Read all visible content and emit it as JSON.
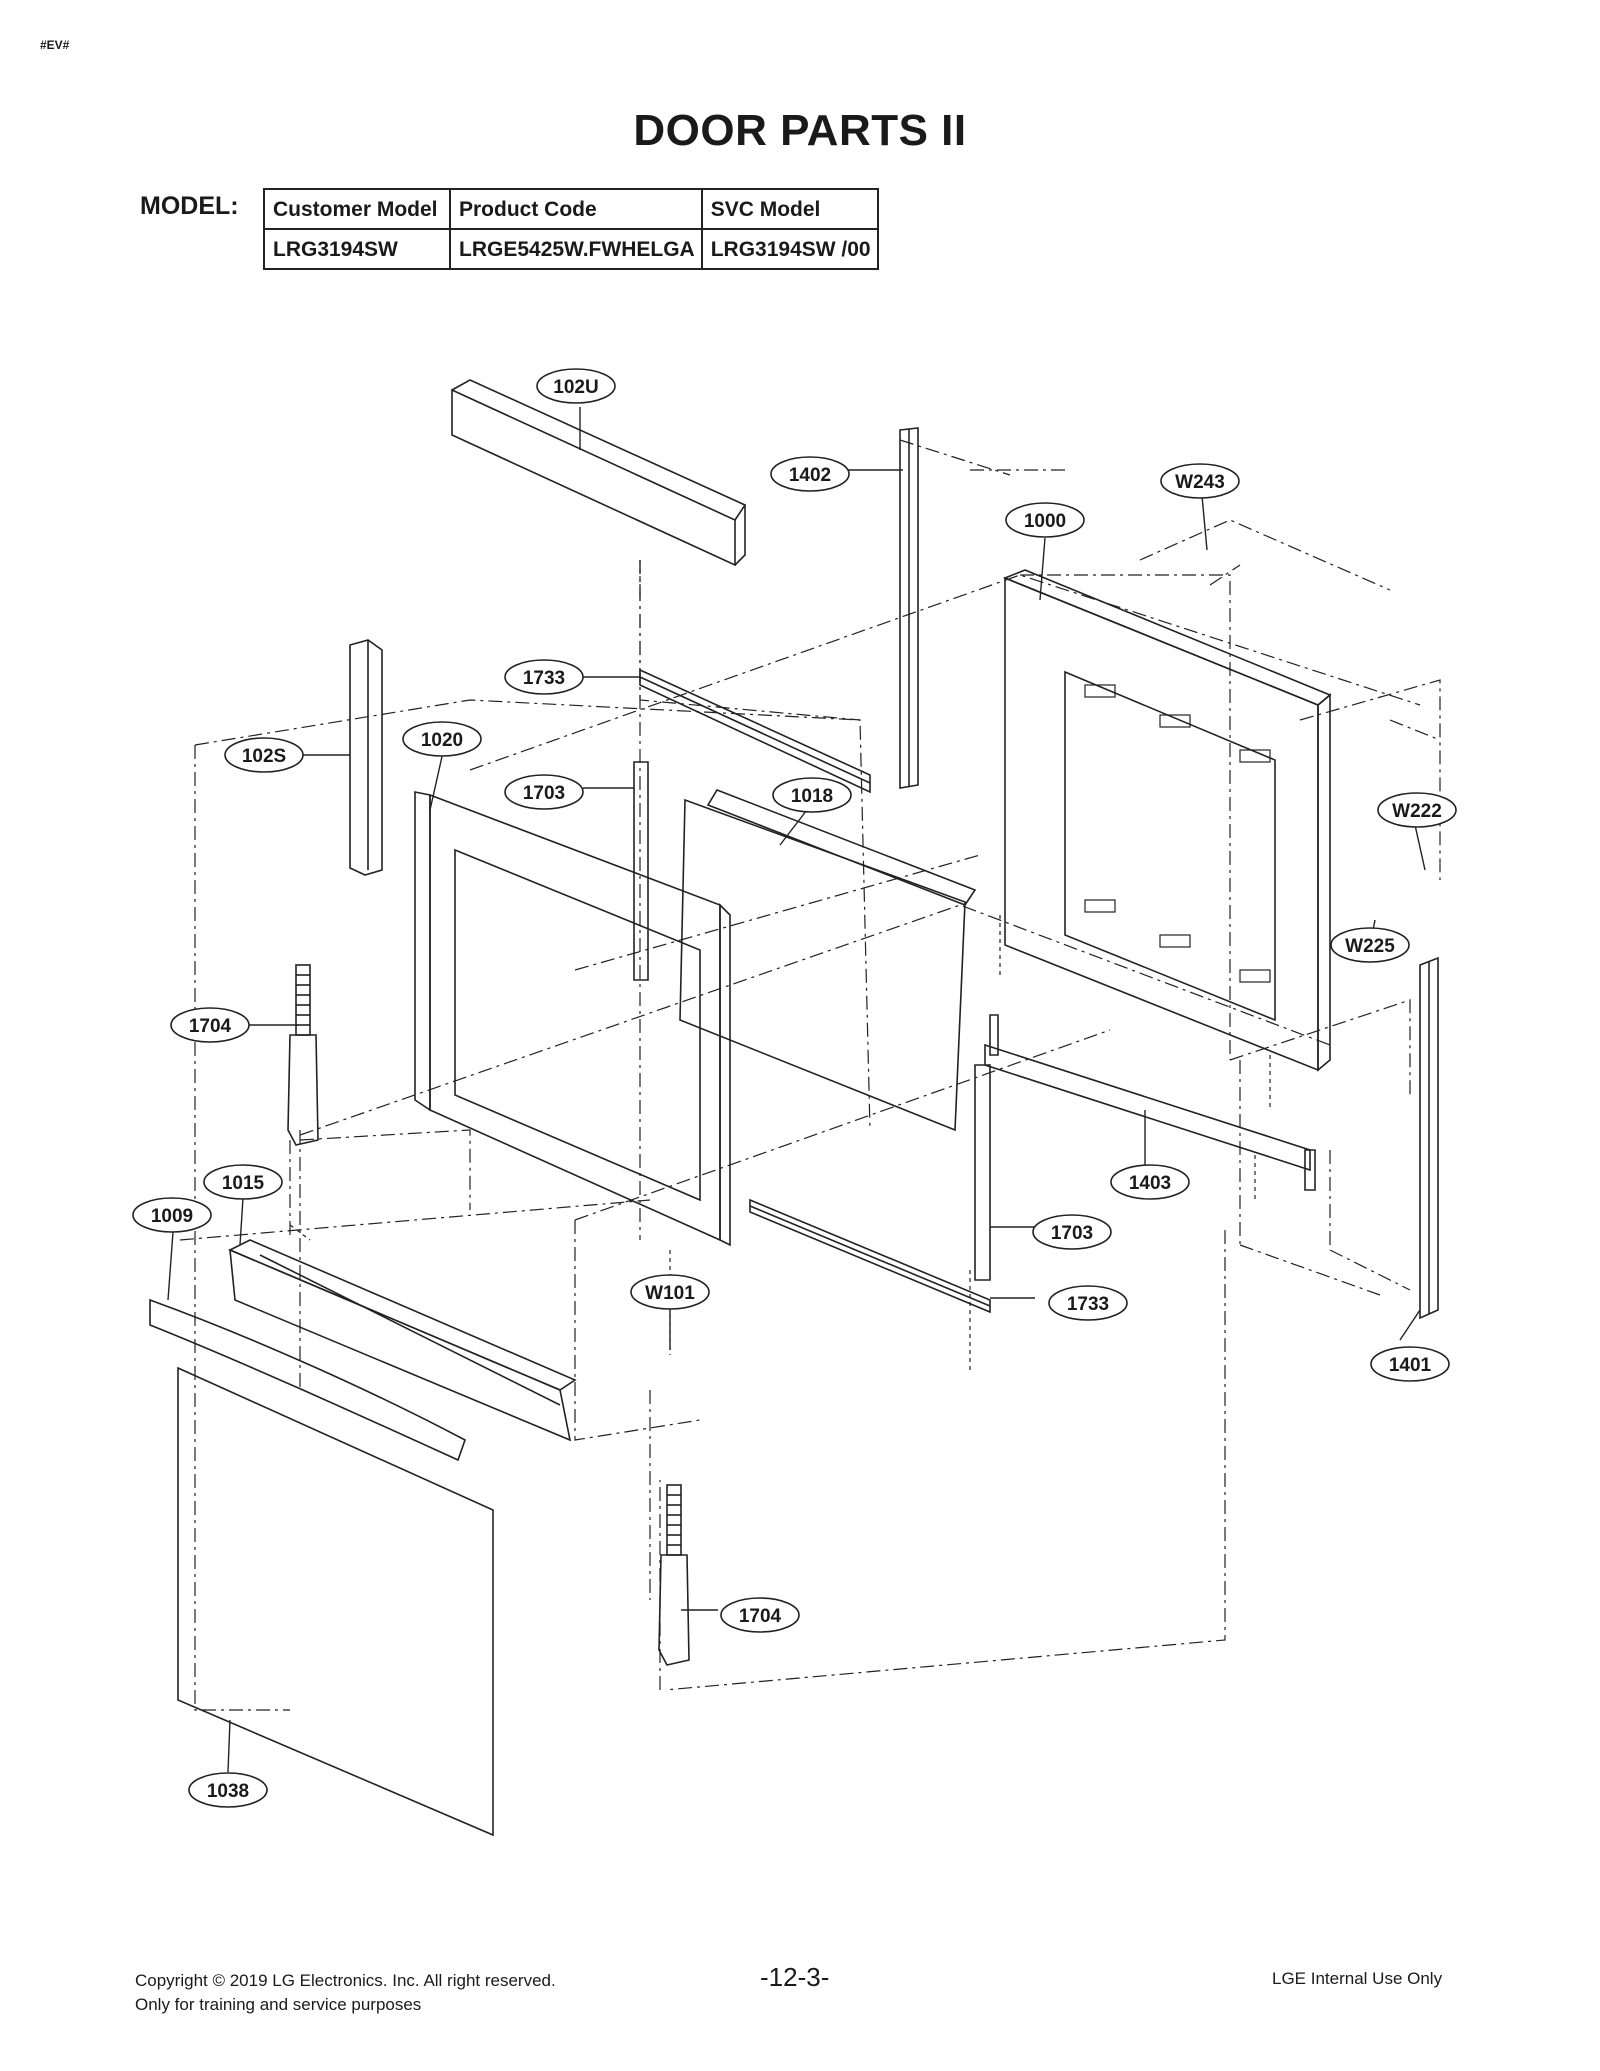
{
  "header": {
    "tag": "#EV#",
    "title": "DOOR PARTS II",
    "model_label": "MODEL:"
  },
  "model_table": {
    "headers": [
      "Customer Model",
      "Product Code",
      "SVC Model"
    ],
    "row": [
      "LRG3194SW",
      "LRGE5425W.FWHELGA",
      "LRG3194SW /00"
    ]
  },
  "callouts": [
    {
      "id": "102U"
    },
    {
      "id": "1402"
    },
    {
      "id": "W243"
    },
    {
      "id": "1000"
    },
    {
      "id": "1733"
    },
    {
      "id": "1020"
    },
    {
      "id": "102S"
    },
    {
      "id": "1703"
    },
    {
      "id": "1018"
    },
    {
      "id": "W222"
    },
    {
      "id": "W225"
    },
    {
      "id": "1704"
    },
    {
      "id": "1403"
    },
    {
      "id": "1015"
    },
    {
      "id": "1009"
    },
    {
      "id": "1703"
    },
    {
      "id": "W101"
    },
    {
      "id": "1733"
    },
    {
      "id": "1401"
    },
    {
      "id": "1704"
    },
    {
      "id": "1038"
    }
  ],
  "footer": {
    "copyright": "Copyright © 2019 LG Electronics. Inc. All right reserved.",
    "purpose": "Only for training and service purposes",
    "page_number": "-12-3-",
    "internal": "LGE Internal Use Only"
  }
}
